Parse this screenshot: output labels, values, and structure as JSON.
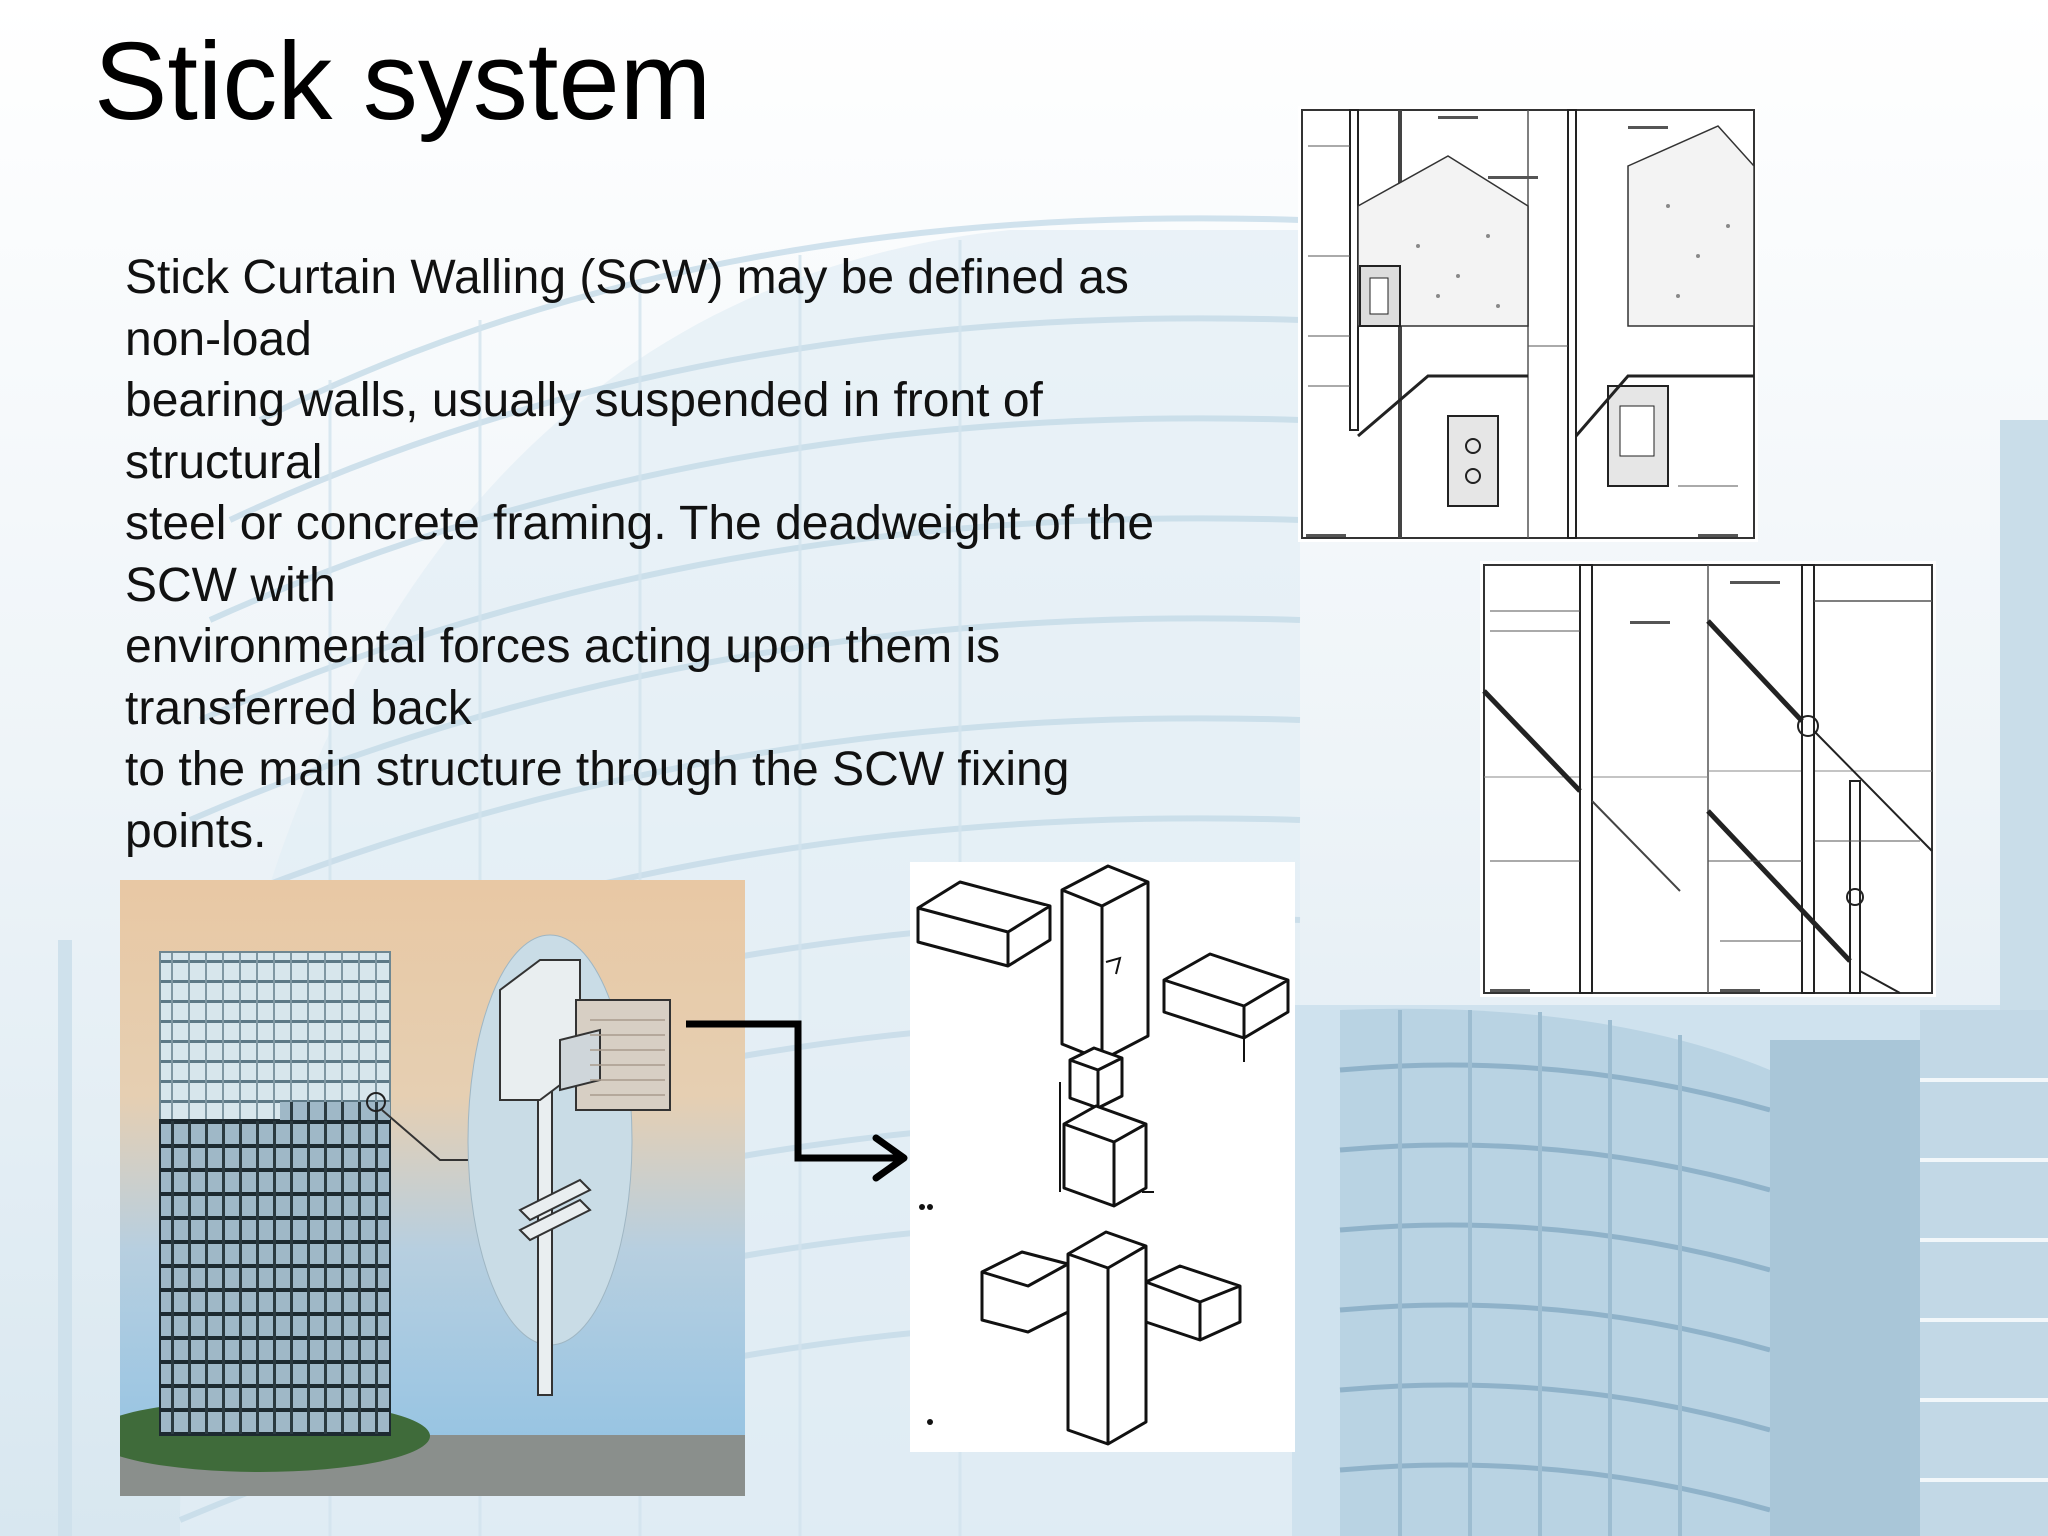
{
  "slide": {
    "title": "Stick system",
    "body_lines": [
      "Stick Curtain Walling (SCW) may be defined as",
      "non-load",
      "bearing walls, usually suspended in front of",
      "structural",
      "steel or concrete framing. The deadweight of the",
      "SCW with",
      "environmental forces acting upon them is",
      "transferred back",
      "to the main structure through the SCW fixing",
      "points."
    ]
  },
  "colors": {
    "title": "#000000",
    "text": "#111111",
    "background_tint": "#dbe9f1",
    "sky_top": "#e8c8a4",
    "sky_bottom": "#8ec1e3",
    "ground": "#8a8f8c",
    "grass": "#3f6b3a",
    "arrow": "#000000"
  }
}
